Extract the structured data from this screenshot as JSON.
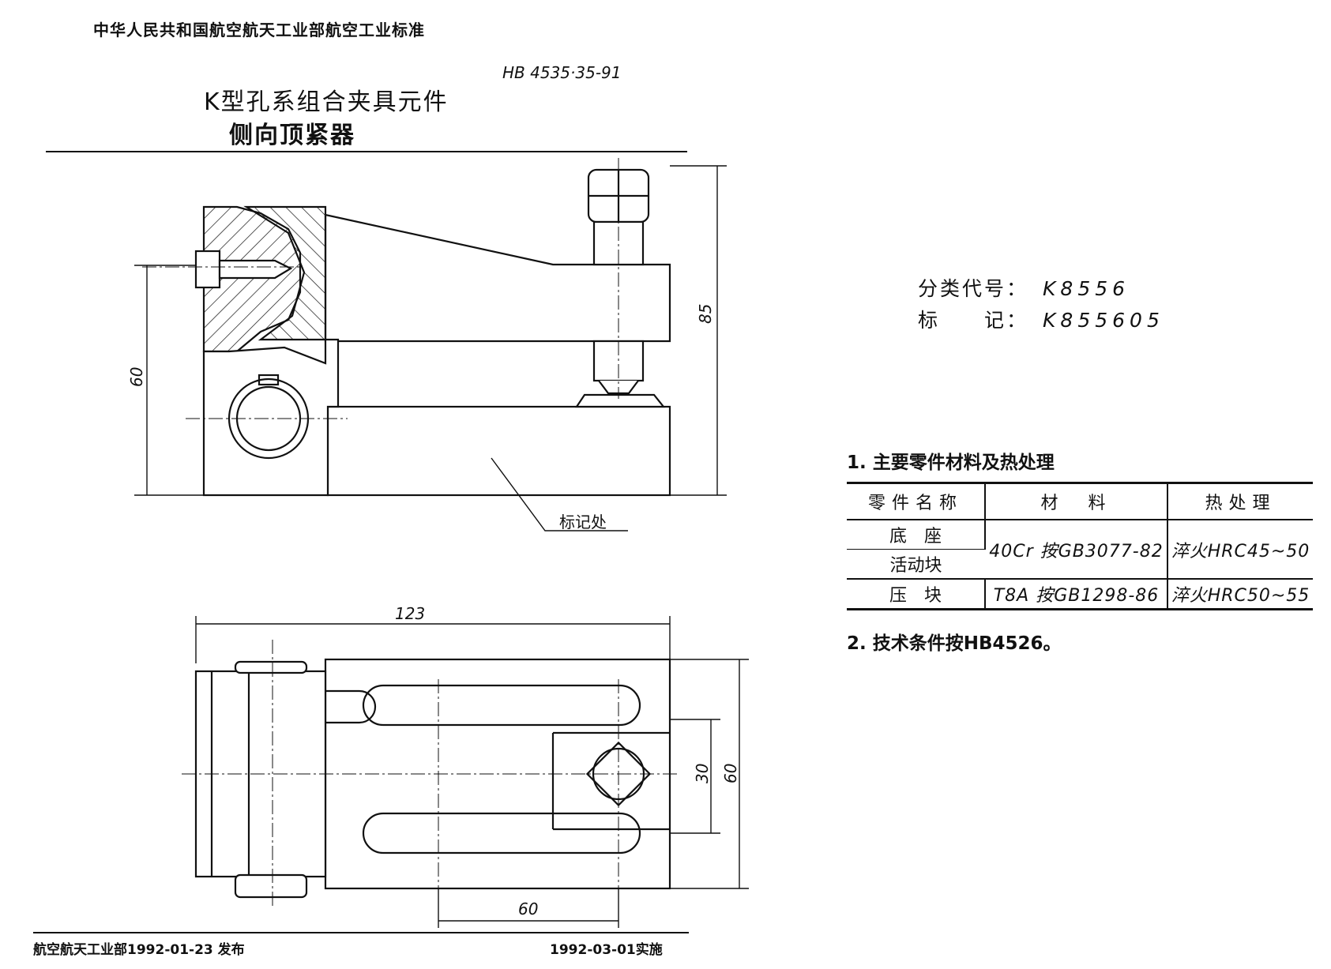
{
  "header": {
    "organization": "中华人民共和国航空航天工业部航空工业标准",
    "standard_number": "HB 4535·35-91",
    "title_line1": "K型孔系组合夹具元件",
    "title_line2": "侧向顶紧器"
  },
  "classification": {
    "code_label": "分类代号：",
    "code_value": "K8556",
    "mark_label": "标　　记：",
    "mark_value": "K855605"
  },
  "drawing": {
    "dims": {
      "d60_side": "60",
      "d85": "85",
      "d123": "123",
      "d30": "30",
      "d60_plan_right": "60",
      "d60_plan_bottom": "60"
    },
    "mark_callout": "标记处"
  },
  "notes": {
    "note1": "1. 主要零件材料及热处理",
    "note2": "2. 技术条件按HB4526。"
  },
  "materials_table": {
    "headers": [
      "零件名称",
      "材　料",
      "热处理"
    ],
    "rows": [
      {
        "part": "底　座",
        "material": "40Cr 按GB3077-82",
        "treatment": "淬火HRC45~50"
      },
      {
        "part": "活动块"
      },
      {
        "part": "压　块",
        "material": "T8A 按GB1298-86",
        "treatment": "淬火HRC50~55"
      }
    ]
  },
  "footer": {
    "issued": "航空航天工业部1992-01-23 发布",
    "effective": "1992-03-01实施"
  }
}
